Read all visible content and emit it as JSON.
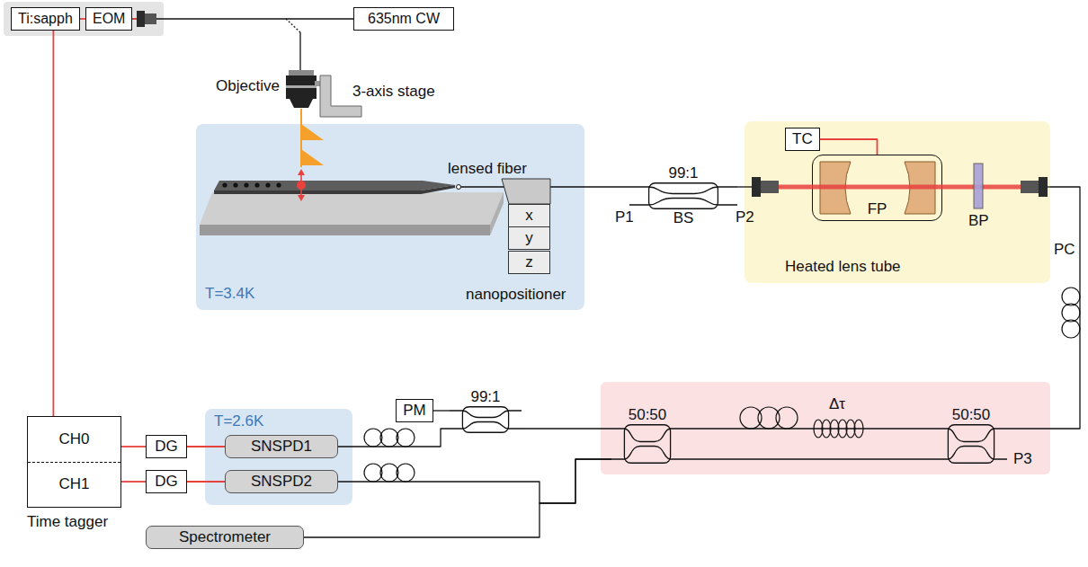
{
  "diagram": {
    "nodes": [
      {
        "text": [
          "Ti:sapph"
        ]
      },
      {
        "text": [
          "EOM"
        ]
      },
      {
        "text": [
          "635nm CW"
        ]
      },
      {
        "text": [
          "T=3.4K"
        ]
      },
      {
        "text": [
          "x"
        ],
        "in": 3
      },
      {
        "text": [
          "y"
        ],
        "in": 3
      },
      {
        "text": [
          "z"
        ],
        "in": 3
      },
      {
        "text": [
          "99:1",
          "BS"
        ]
      },
      {
        "text": [
          "Heated lens tube"
        ]
      },
      {
        "text": [
          "TC"
        ],
        "in": 8
      },
      {
        "text": [
          "FP"
        ],
        "in": 8
      },
      {
        "text": [
          "PM"
        ]
      },
      {
        "text": [
          "99:1"
        ]
      },
      {
        "text": [
          "50:50"
        ]
      },
      {
        "text": [
          "50:50"
        ]
      },
      {
        "text": [
          "CH0",
          "CH1",
          "Time tagger"
        ]
      },
      {
        "text": [
          "DG"
        ]
      },
      {
        "text": [
          "DG"
        ]
      },
      {
        "text": [
          "T=2.6K"
        ]
      },
      {
        "text": [
          "SNSPD1"
        ],
        "in": 18
      },
      {
        "text": [
          "SNSPD2"
        ],
        "in": 18
      },
      {
        "text": [
          "Spectrometer"
        ]
      }
    ],
    "edges": [
      {
        "from": 0,
        "to": 1,
        "arrow": "none"
      },
      {
        "from": 0,
        "to": 15,
        "arrow": "none"
      },
      {
        "from": 3,
        "to": 7,
        "arrow": "none"
      },
      {
        "from": 7,
        "to": 8,
        "arrow": "none"
      },
      {
        "from": 8,
        "to": 14,
        "arrow": "none"
      },
      {
        "from": 9,
        "to": 10,
        "arrow": "none"
      },
      {
        "from": 11,
        "to": 12,
        "arrow": "none"
      },
      {
        "from": 12,
        "to": 19,
        "arrow": "none"
      },
      {
        "from": 12,
        "to": 13,
        "arrow": "none"
      },
      {
        "from": 13,
        "to": 14,
        "arrow": "none"
      },
      {
        "from": 13,
        "to": 14,
        "arrow": "none"
      },
      {
        "from": 13,
        "to": 20,
        "arrow": "none"
      },
      {
        "from": 13,
        "to": 21,
        "arrow": "none"
      },
      {
        "from": 16,
        "to": 15,
        "arrow": "none"
      },
      {
        "from": 17,
        "to": 15,
        "arrow": "none"
      },
      {
        "from": 19,
        "to": 16,
        "arrow": "none"
      },
      {
        "from": 20,
        "to": 17,
        "arrow": "none"
      }
    ],
    "labels": [
      "Objective",
      "3-axis stage",
      "lensed fiber",
      "nanopositioner",
      "P1",
      "P2",
      "BP",
      "PC",
      "Δτ",
      "P3"
    ]
  }
}
